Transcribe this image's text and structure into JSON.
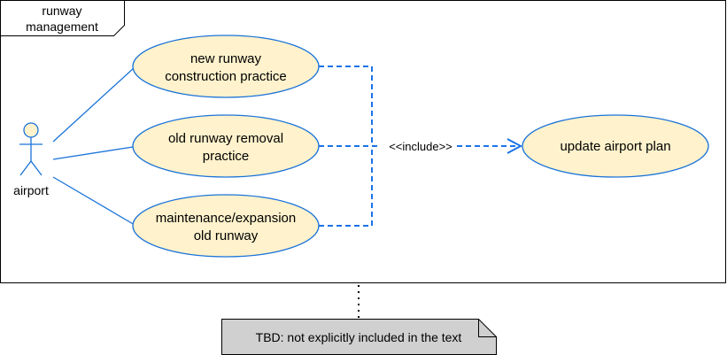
{
  "frame": {
    "title_lines": [
      "runway",
      "management"
    ]
  },
  "actor": {
    "label": "airport"
  },
  "use_cases": [
    {
      "id": "uc-new",
      "lines": [
        "new runway",
        "construction practice"
      ]
    },
    {
      "id": "uc-old",
      "lines": [
        "old runway removal",
        "practice"
      ]
    },
    {
      "id": "uc-maint",
      "lines": [
        "maintenance/expansion",
        "old runway"
      ]
    }
  ],
  "target_use_case": {
    "lines": [
      "update airport plan"
    ]
  },
  "relation": {
    "label": "<<include>>"
  },
  "note": {
    "text": "TBD: not explicitly included in the text"
  },
  "colors": {
    "usecase_fill": "#fff2cc",
    "usecase_stroke": "#1a73d9",
    "line": "#1a73d9",
    "dashed": "#1a73e8",
    "note_fill": "#d0d0d0",
    "stroke": "#000000"
  }
}
